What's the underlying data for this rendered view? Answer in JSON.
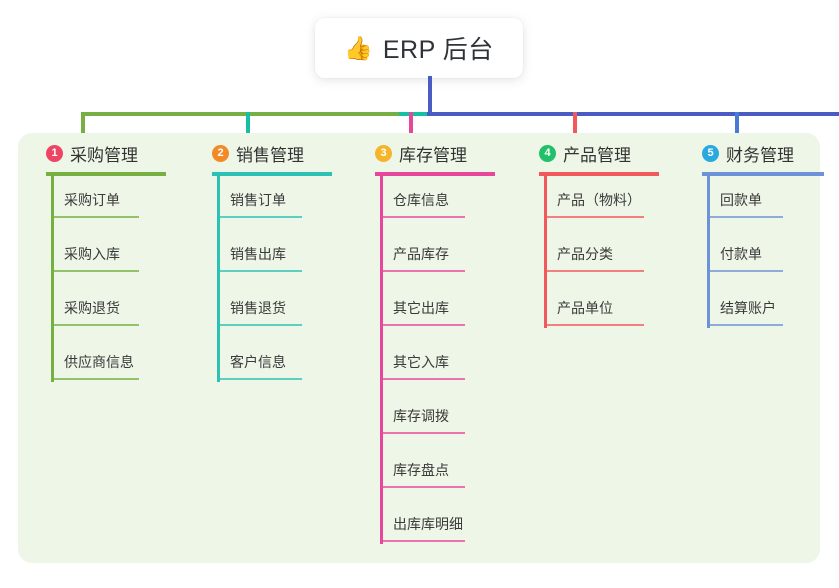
{
  "diagram": {
    "type": "tree-mindmap",
    "root": {
      "icon": "thumbs-up-icon",
      "emoji": "👍",
      "title": "ERP 后台"
    },
    "connector_colors": {
      "stem": "#4a5bc4",
      "bus_green": "#76b043",
      "bus_teal": "#17bfa4",
      "bus_blue": "#4a5bc4",
      "drop_1": "#76b043",
      "drop_2": "#17bfa4",
      "drop_3": "#e8469b",
      "drop_4": "#f2595c",
      "drop_5": "#4a7ad4"
    },
    "panel_background": "#eef6e7",
    "branches": [
      {
        "number": "1",
        "label": "采购管理",
        "badge_color": "#ef4565",
        "line_color": "#76b043",
        "rule_width": 120,
        "item_rule_width": 88,
        "items": [
          "采购订单",
          "采购入库",
          "采购退货",
          "供应商信息"
        ]
      },
      {
        "number": "2",
        "label": "销售管理",
        "badge_color": "#f28b26",
        "line_color": "#2dc0b4",
        "rule_width": 120,
        "item_rule_width": 85,
        "items": [
          "销售订单",
          "销售出库",
          "销售退货",
          "客户信息"
        ]
      },
      {
        "number": "3",
        "label": "库存管理",
        "badge_color": "#f5b52a",
        "line_color": "#e8469b",
        "rule_width": 120,
        "item_rule_width": 85,
        "items": [
          "仓库信息",
          "产品库存",
          "其它出库",
          "其它入库",
          "库存调拨",
          "库存盘点",
          "出库库明细"
        ]
      },
      {
        "number": "4",
        "label": "产品管理",
        "badge_color": "#22c06a",
        "line_color": "#f2595c",
        "rule_width": 120,
        "item_rule_width": 100,
        "items": [
          "产品（物料）",
          "产品分类",
          "产品单位"
        ]
      },
      {
        "number": "5",
        "label": "财务管理",
        "badge_color": "#2aa8e0",
        "line_color": "#6d92d8",
        "rule_width": 122,
        "item_rule_width": 76,
        "items": [
          "回款单",
          "付款单",
          "结算账户"
        ]
      }
    ]
  }
}
